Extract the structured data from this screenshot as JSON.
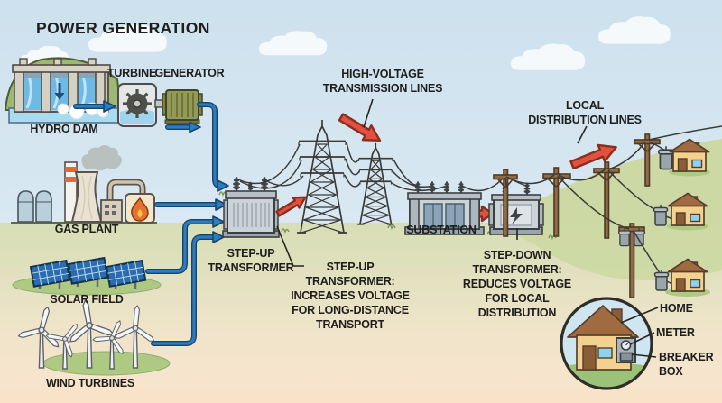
{
  "title": "POWER GENERATION",
  "sources": {
    "hydro_dam": "HYDRO DAM",
    "turbine": "TURBINE",
    "generator": "GENERATOR",
    "gas_plant": "GAS PLANT",
    "solar_field": "SOLAR FIELD",
    "wind_turbines": "WIND TURBINES"
  },
  "transmission": {
    "step_up_transformer": "STEP-UP\nTRANSFORMER",
    "high_voltage_lines": "HIGH-VOLTAGE\nTRANSMISSION LINES",
    "step_up_note": "STEP-UP\nTRANSFORMER:\nINCREASES VOLTAGE\nFOR LONG-DISTANCE\nTRANSPORT",
    "substation": "SUBSTATION",
    "step_down_note": "STEP-DOWN\nTRANSFORMER:\nREDUCES VOLTAGE\nFOR LOCAL\nDISTRIBUTION",
    "local_distribution_lines": "LOCAL\nDISTRIBUTION LINES"
  },
  "home_detail": {
    "home": "HOME",
    "meter": "METER",
    "breaker_box": "BREAKER\nBOX"
  },
  "icons": {
    "flame-icon": "flame glyph on gas plant burner box",
    "lightning-bolt-icon": "bolt glyph on step-down transformer",
    "gear-icon": "toothed wheel glyph inside turbine housing"
  },
  "colors": {
    "ink": "#1f1e1c",
    "arrow-blue": "#2e7cbf",
    "arrow-blue-dark": "#17456a",
    "arrow-red": "#e0523f",
    "arrow-red-dark": "#8a2d1f",
    "wire": "#3a3a38",
    "sky-top": "#cde1ee",
    "sky-bottom": "#e3eef5",
    "ground-green": "#d4deb2",
    "ground-tan": "#f9e2c8",
    "hill-green": "#cbd8a2"
  }
}
